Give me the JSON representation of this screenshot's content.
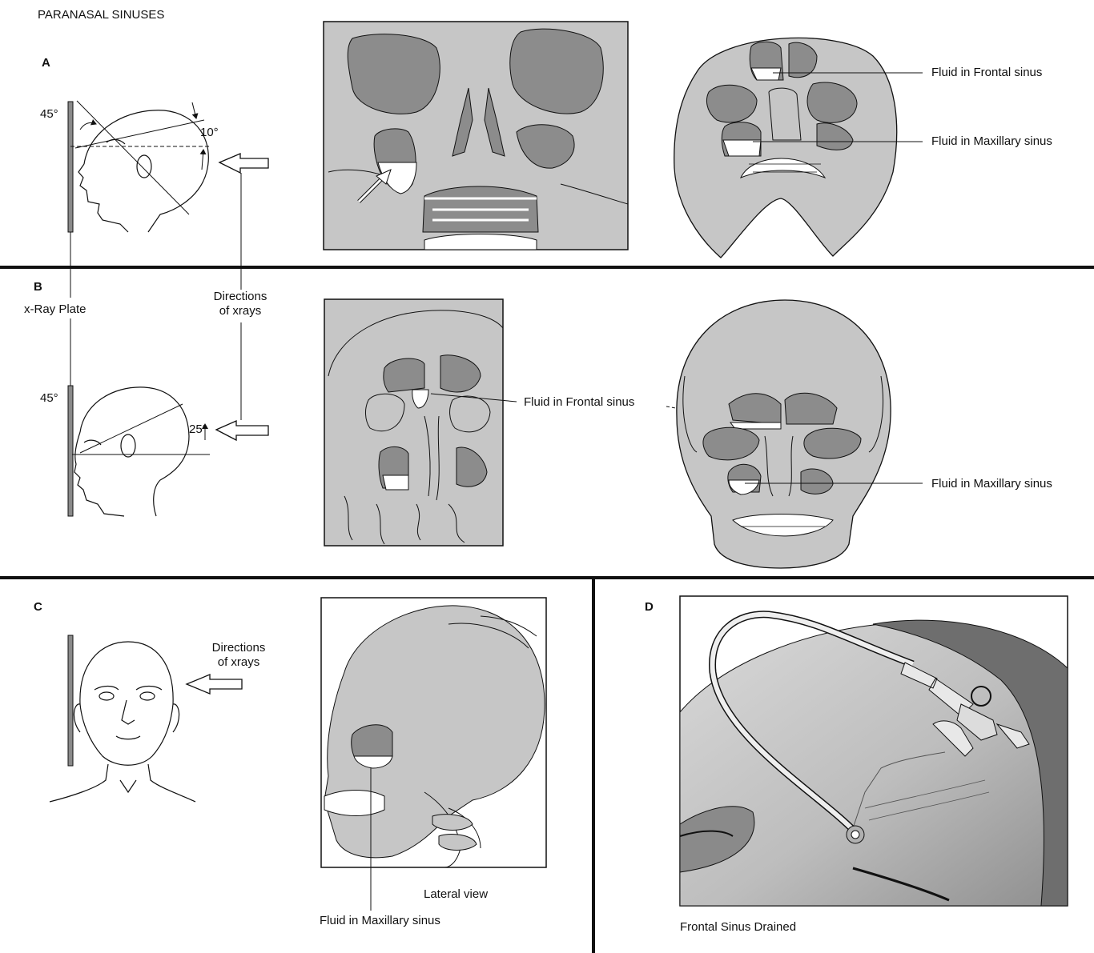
{
  "title": "PARANASAL SINUSES",
  "panels": {
    "a": {
      "letter": "A",
      "angle_plate": "45°",
      "angle_tilt": "10°",
      "label_frontal": "Fluid in Frontal sinus",
      "label_maxillary": "Fluid in Maxillary sinus"
    },
    "b": {
      "letter": "B",
      "plate_label": "x-Ray Plate",
      "directions_line1": "Directions",
      "directions_line2": "of xrays",
      "angle_plate": "45°",
      "angle_tilt": "25°",
      "label_frontal": "Fluid in Frontal sinus",
      "label_maxillary": "Fluid in Maxillary sinus"
    },
    "c": {
      "letter": "C",
      "directions_line1": "Directions",
      "directions_line2": "of xrays",
      "view_label": "Lateral view",
      "label_maxillary": "Fluid in Maxillary sinus"
    },
    "d": {
      "letter": "D",
      "caption": "Frontal Sinus Drained"
    }
  },
  "colors": {
    "bone": "#c6c6c6",
    "sinus_dark": "#8c8c8c",
    "fluid": "#ffffff",
    "line": "#111111",
    "plate": "#8a8a8a"
  }
}
